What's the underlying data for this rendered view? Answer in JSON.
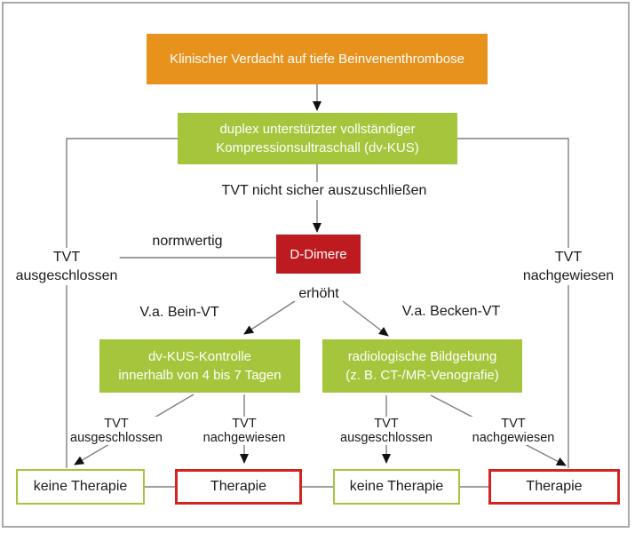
{
  "colors": {
    "orange_fill": "#e8921e",
    "green_fill": "#a5c53c",
    "red_fill": "#be1b20",
    "green_border": "#a5c53c",
    "red_border": "#d42421",
    "line_gray": "#7f7f7f",
    "arrowhead_black": "#111111",
    "text_black": "#1a1a1a",
    "text_white": "#ffffff",
    "frame_gray": "#aaaaaa"
  },
  "nodes": {
    "suspicion": {
      "label": "Klinischer Verdacht auf tiefe Beinvenenthrombose"
    },
    "duplex": {
      "line1": "duplex unterstützter vollständiger",
      "line2": "Kompressionsultraschall (dv-KUS)"
    },
    "ddimer": {
      "label": "D-Dimere"
    },
    "kus_control": {
      "line1": "dv-KUS-Kontrolle",
      "line2": "innerhalb von 4 bis 7 Tagen"
    },
    "radiology": {
      "line1": "radiologische Bildgebung",
      "line2": "(z. B. CT-/MR-Venografie)"
    },
    "no_therapy_1": {
      "label": "keine Therapie"
    },
    "therapy_1": {
      "label": "Therapie"
    },
    "no_therapy_2": {
      "label": "keine Therapie"
    },
    "therapy_2": {
      "label": "Therapie"
    }
  },
  "labels": {
    "not_excludable": "TVT nicht sicher auszuschließen",
    "normwertig": "normwertig",
    "erhoeht": "erhöht",
    "va_bein": "V.a. Bein-VT",
    "va_becken": "V.a. Becken-VT",
    "side_excluded": {
      "line1": "TVT",
      "line2": "ausgeschlossen"
    },
    "side_confirmed": {
      "line1": "TVT",
      "line2": "nachgewiesen"
    },
    "out1": {
      "line1": "TVT",
      "line2": "ausgeschlossen"
    },
    "out2": {
      "line1": "TVT",
      "line2": "nachgewiesen"
    },
    "out3": {
      "line1": "TVT",
      "line2": "ausgeschlossen"
    },
    "out4": {
      "line1": "TVT",
      "line2": "nachgewiesen"
    }
  }
}
